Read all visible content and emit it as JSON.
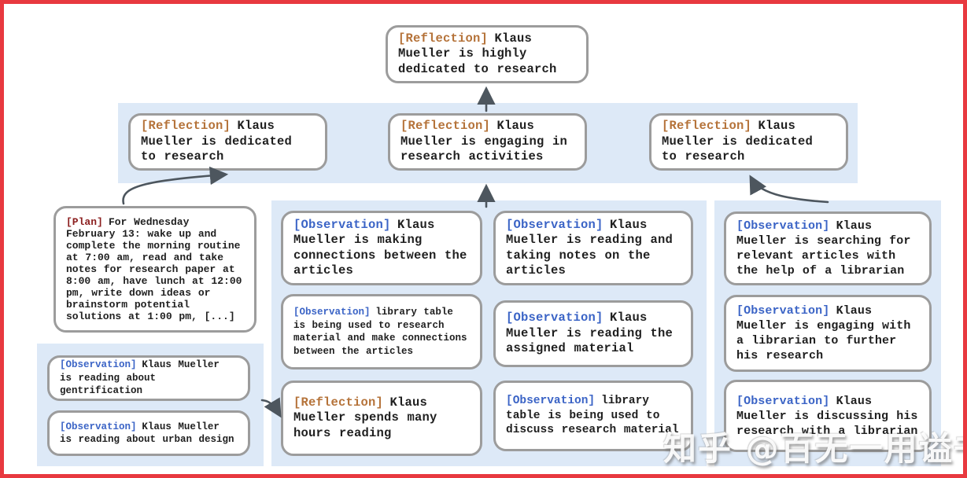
{
  "figure": {
    "watermark": "知乎 @百无一用谥书生",
    "colors": {
      "frame_red": "#e8393f",
      "band_blue": "#dde9f7",
      "box_border_gray": "#9c9c9c",
      "tag_reflection": "#b5733a",
      "tag_observation": "#3b64c6",
      "tag_plan": "#8b1e1e",
      "arrow_gray": "#4d565e",
      "body_text": "#1f1f1f"
    },
    "nodes": {
      "top_reflection": {
        "tag": "[Reflection]",
        "text": "Klaus Mueller is highly dedicated to research"
      },
      "reflection_left": {
        "tag": "[Reflection]",
        "text": "Klaus Mueller is dedicated to research"
      },
      "reflection_mid": {
        "tag": "[Reflection]",
        "text": "Klaus Mueller is engaging in research activities"
      },
      "reflection_right": {
        "tag": "[Reflection]",
        "text": "Klaus Mueller is dedicated to research"
      },
      "plan": {
        "tag": "[Plan]",
        "text": "For Wednesday February 13: wake up and complete the morning routine at 7:00 am, read and take notes for research paper at 8:00 am, have lunch at 12:00 pm, write down ideas or brainstorm potential solutions at 1:00 pm, [...]"
      },
      "obs_gentrification": {
        "tag": "[Observation]",
        "text": "Klaus Mueller is reading about gentrification"
      },
      "obs_urban_design": {
        "tag": "[Observation]",
        "text": "Klaus Mueller is reading about urban design"
      },
      "obs_connections": {
        "tag": "[Observation]",
        "text": "Klaus Mueller is making connections between the articles"
      },
      "obs_library_research": {
        "tag": "[Observation]",
        "text": "library table is being used to research material and make connections between the articles"
      },
      "reflection_hours": {
        "tag": "[Reflection]",
        "text": "Klaus Mueller spends many hours reading"
      },
      "obs_reading_notes": {
        "tag": "[Observation]",
        "text": "Klaus Mueller is reading and taking notes on the articles"
      },
      "obs_assigned": {
        "tag": "[Observation]",
        "text": "Klaus Mueller is reading the assigned material"
      },
      "obs_library_discuss": {
        "tag": "[Observation]",
        "text": "library table is being used to discuss research material"
      },
      "obs_searching": {
        "tag": "[Observation]",
        "text": "Klaus Mueller is searching for relevant articles with the help of a librarian"
      },
      "obs_engaging": {
        "tag": "[Observation]",
        "text": "Klaus Mueller is engaging with a librarian to further his research"
      },
      "obs_discussing": {
        "tag": "[Observation]",
        "text": "Klaus Mueller is discussing his research with a librarian"
      }
    }
  }
}
